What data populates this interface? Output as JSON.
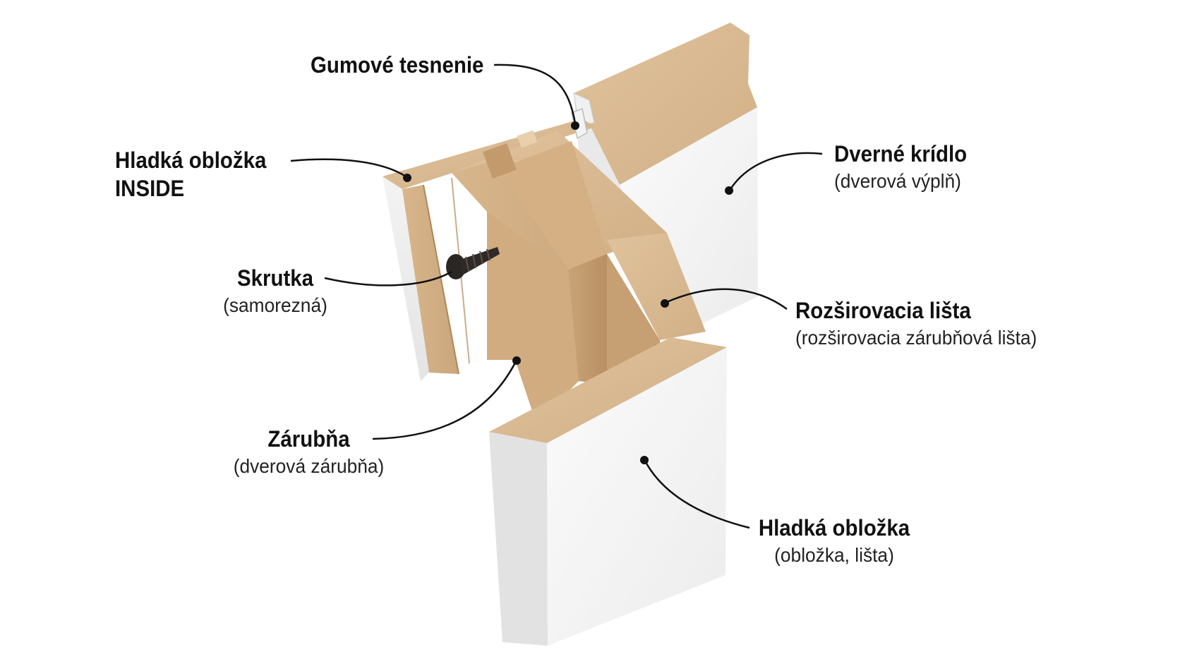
{
  "colors": {
    "mdf_light": "#d9b98f",
    "mdf_mid": "#c9a478",
    "mdf_dark": "#b48a5e",
    "white_face": "#f7f7f7",
    "white_shade": "#e6e6e6",
    "leader": "#111111"
  },
  "labels": {
    "gumove_tesnenie": {
      "title": "Gumové tesnenie"
    },
    "hladka_obloza_inside": {
      "title_line1": "Hladká obložka",
      "title_line2": "INSIDE"
    },
    "skrutka": {
      "title": "Skrutka",
      "subtitle": "(samorezná)"
    },
    "zarubna": {
      "title": "Zárubňa",
      "subtitle": "(dverová zárubňa)"
    },
    "dverne_kridlo": {
      "title": "Dverné krídlo",
      "subtitle": "(dverová výplň)"
    },
    "rozsirovacia_lista": {
      "title": "Rozširovacia lišta",
      "subtitle": "(rozširovacia zárubňová lišta)"
    },
    "hladka_obloza": {
      "title": "Hladká obložka",
      "subtitle": "(obložka, lišta)"
    }
  }
}
